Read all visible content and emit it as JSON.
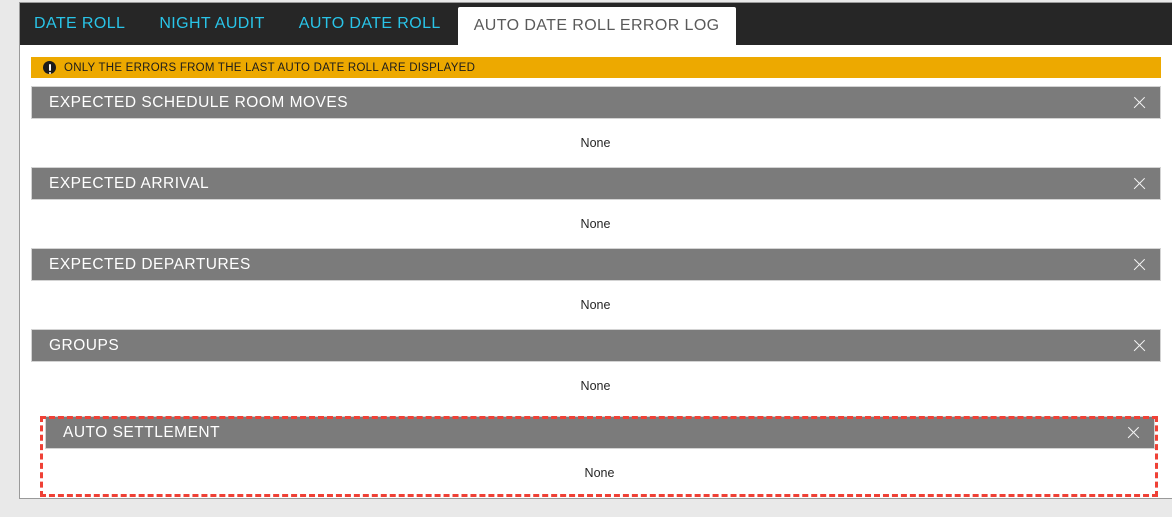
{
  "window": {
    "background_color": "#e9e9e9",
    "panel_color": "#ffffff"
  },
  "tabs": {
    "bar_color": "#262626",
    "inactive_text_color": "#29c4e8",
    "active_text_color": "#5a5a5a",
    "items": [
      {
        "label": "DATE ROLL",
        "active": false
      },
      {
        "label": "NIGHT AUDIT",
        "active": false
      },
      {
        "label": "AUTO DATE ROLL",
        "active": false
      },
      {
        "label": "AUTO DATE ROLL ERROR LOG",
        "active": true
      }
    ]
  },
  "banner": {
    "icon": "exclamation-circle-icon",
    "text": "ONLY THE ERRORS FROM THE LAST AUTO DATE ROLL ARE DISPLAYED",
    "background_color": "#eda900",
    "text_color": "#1c1c1c"
  },
  "sections": {
    "header_color": "#7b7b7b",
    "header_text_color": "#ffffff",
    "close_icon": "close-icon",
    "highlight_color": "#ef4136",
    "items": [
      {
        "title": "EXPECTED SCHEDULE ROOM MOVES",
        "content": "None",
        "highlighted": false
      },
      {
        "title": "EXPECTED ARRIVAL",
        "content": "None",
        "highlighted": false
      },
      {
        "title": "EXPECTED DEPARTURES",
        "content": "None",
        "highlighted": false
      },
      {
        "title": "GROUPS",
        "content": "None",
        "highlighted": false
      },
      {
        "title": "AUTO SETTLEMENT",
        "content": "None",
        "highlighted": true
      }
    ]
  }
}
